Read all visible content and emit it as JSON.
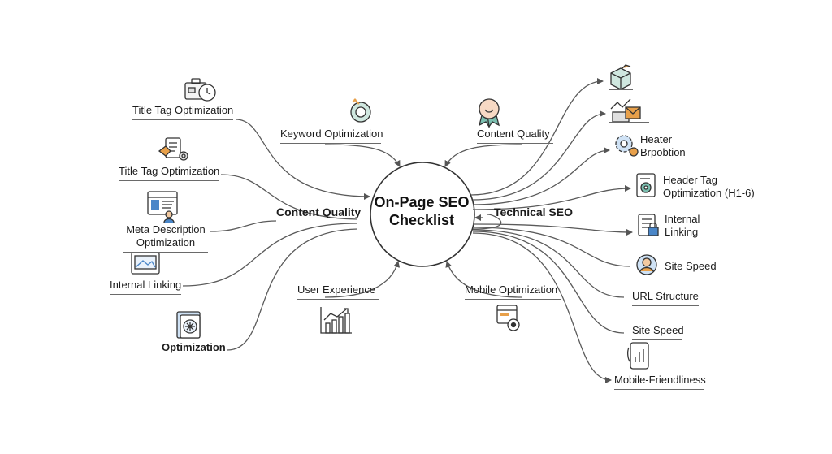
{
  "center": {
    "line1": "On-Page SEO",
    "line2": "Checklist"
  },
  "hubs": {
    "left": "Content Quality",
    "right": "Technical SEO",
    "top_left": "Keyword Optimization",
    "top_right": "Content Quality",
    "bottom_left": "User Experience",
    "bottom_right": "Mobile Optimization"
  },
  "left_items": [
    {
      "label": "Title Tag Optimization",
      "icon": "briefcase-clock-icon"
    },
    {
      "label": "Title Tag Optimization",
      "icon": "clipboard-gear-icon"
    },
    {
      "label_line1": "Meta Description",
      "label_line2": "Optimization",
      "icon": "webpage-person-icon"
    },
    {
      "label": "Internal Linking",
      "icon": "image-frame-icon"
    },
    {
      "label": "Optimization",
      "icon": "document-snowflake-icon"
    }
  ],
  "right_items": [
    {
      "label": "",
      "icon": "box-check-icon"
    },
    {
      "label": "",
      "icon": "chart-envelope-icon"
    },
    {
      "label_line1": "Heater",
      "label_line2": "Brpobtion",
      "icon": "gear-cluster-icon"
    },
    {
      "label_line1": "Header Tag",
      "label_line2": "Optimization (H1-6)",
      "icon": "document-gear-icon"
    },
    {
      "label_line1": "Internal",
      "label_line2": "Linking",
      "icon": "clipboard-lock-icon"
    },
    {
      "label": "Site Speed",
      "icon": "user-badge-icon"
    },
    {
      "label": "URL Structure",
      "icon": ""
    },
    {
      "label": "Site Speed",
      "icon": ""
    },
    {
      "label": "Mobile-Friendliness",
      "icon": "phone-chart-icon"
    }
  ],
  "hub_icons": {
    "top_left": "target-arrow-icon",
    "top_right": "award-ribbon-icon",
    "bottom_left": "bar-chart-growth-icon",
    "bottom_right": "browser-search-icon"
  },
  "colors": {
    "line": "#5a5a5a",
    "icon_blue": "#4a86c8",
    "icon_teal": "#7bbfb0",
    "icon_orange": "#e8a04a"
  }
}
